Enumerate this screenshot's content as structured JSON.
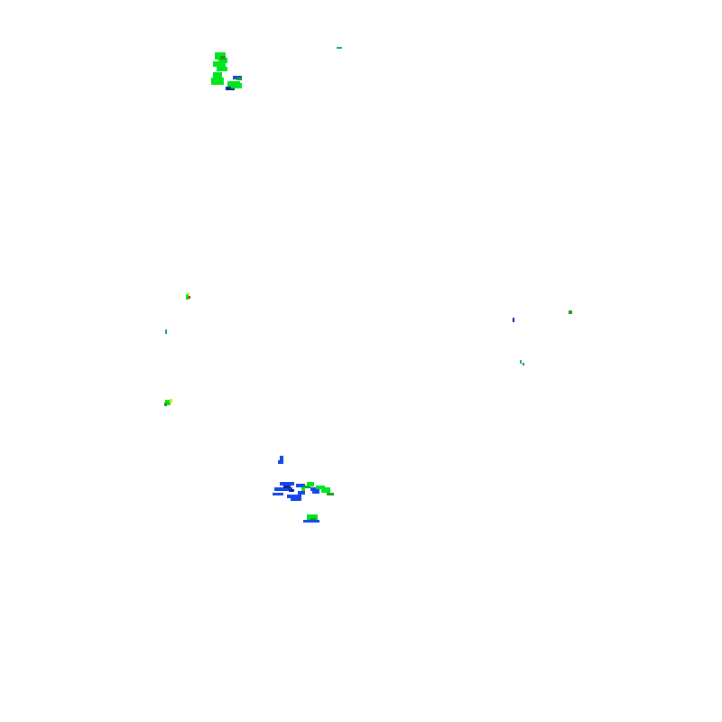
{
  "palette": {
    "light": "#00e61e",
    "moderate": "#1e9b1e",
    "blue": "#1446f0",
    "dark_blue": "#0a2896",
    "cyan": "#16a0b4",
    "yellow": "#e6e600",
    "red": "#e61414"
  },
  "precip_cells": [
    {
      "id": "cell-a",
      "color": "light"
    },
    {
      "id": "cell-b",
      "color": "moderate"
    },
    {
      "id": "cell-c",
      "color": "blue"
    },
    {
      "id": "cell-d",
      "color": "dark_blue"
    },
    {
      "id": "cell-e",
      "color": "cyan"
    },
    {
      "id": "cell-f",
      "color": "yellow"
    },
    {
      "id": "cell-g",
      "color": "red"
    }
  ]
}
